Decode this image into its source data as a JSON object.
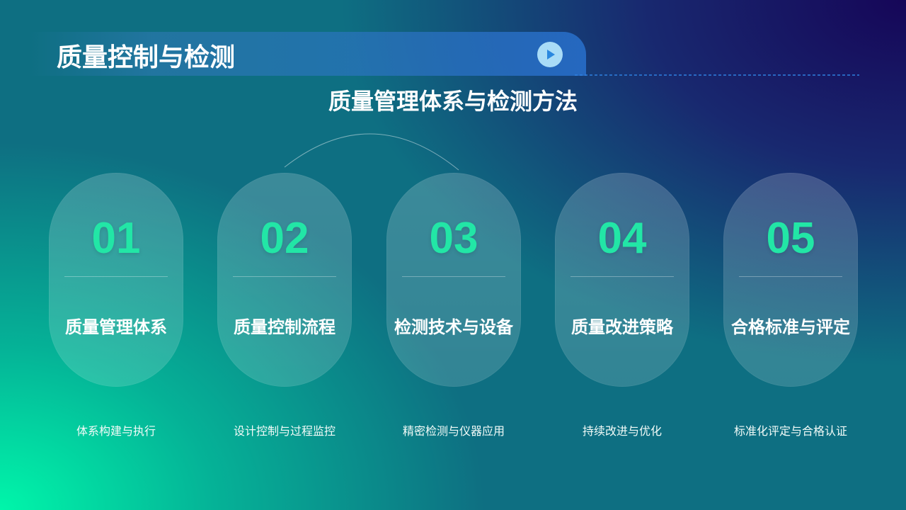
{
  "slide": {
    "header_title": "质量控制与检测",
    "play_icon": "play-icon",
    "subtitle": "质量管理体系与检测方法"
  },
  "colors": {
    "accent_green": "#22e6a6",
    "header_blue": "#2d72cd",
    "play_button": "#a9dcf7",
    "dash_line": "#2f80e0",
    "background_green": "#00f6aa",
    "background_navy": "#160658"
  },
  "steps": [
    {
      "number": "01",
      "title": "质量管理体系",
      "caption": "体系构建与执行"
    },
    {
      "number": "02",
      "title": "质量控制流程",
      "caption": "设计控制与过程监控"
    },
    {
      "number": "03",
      "title": "检测技术与设备",
      "caption": "精密检测与仪器应用"
    },
    {
      "number": "04",
      "title": "质量改进策略",
      "caption": "持续改进与优化"
    },
    {
      "number": "05",
      "title": "合格标准与评定",
      "caption": "标准化评定与合格认证"
    }
  ]
}
